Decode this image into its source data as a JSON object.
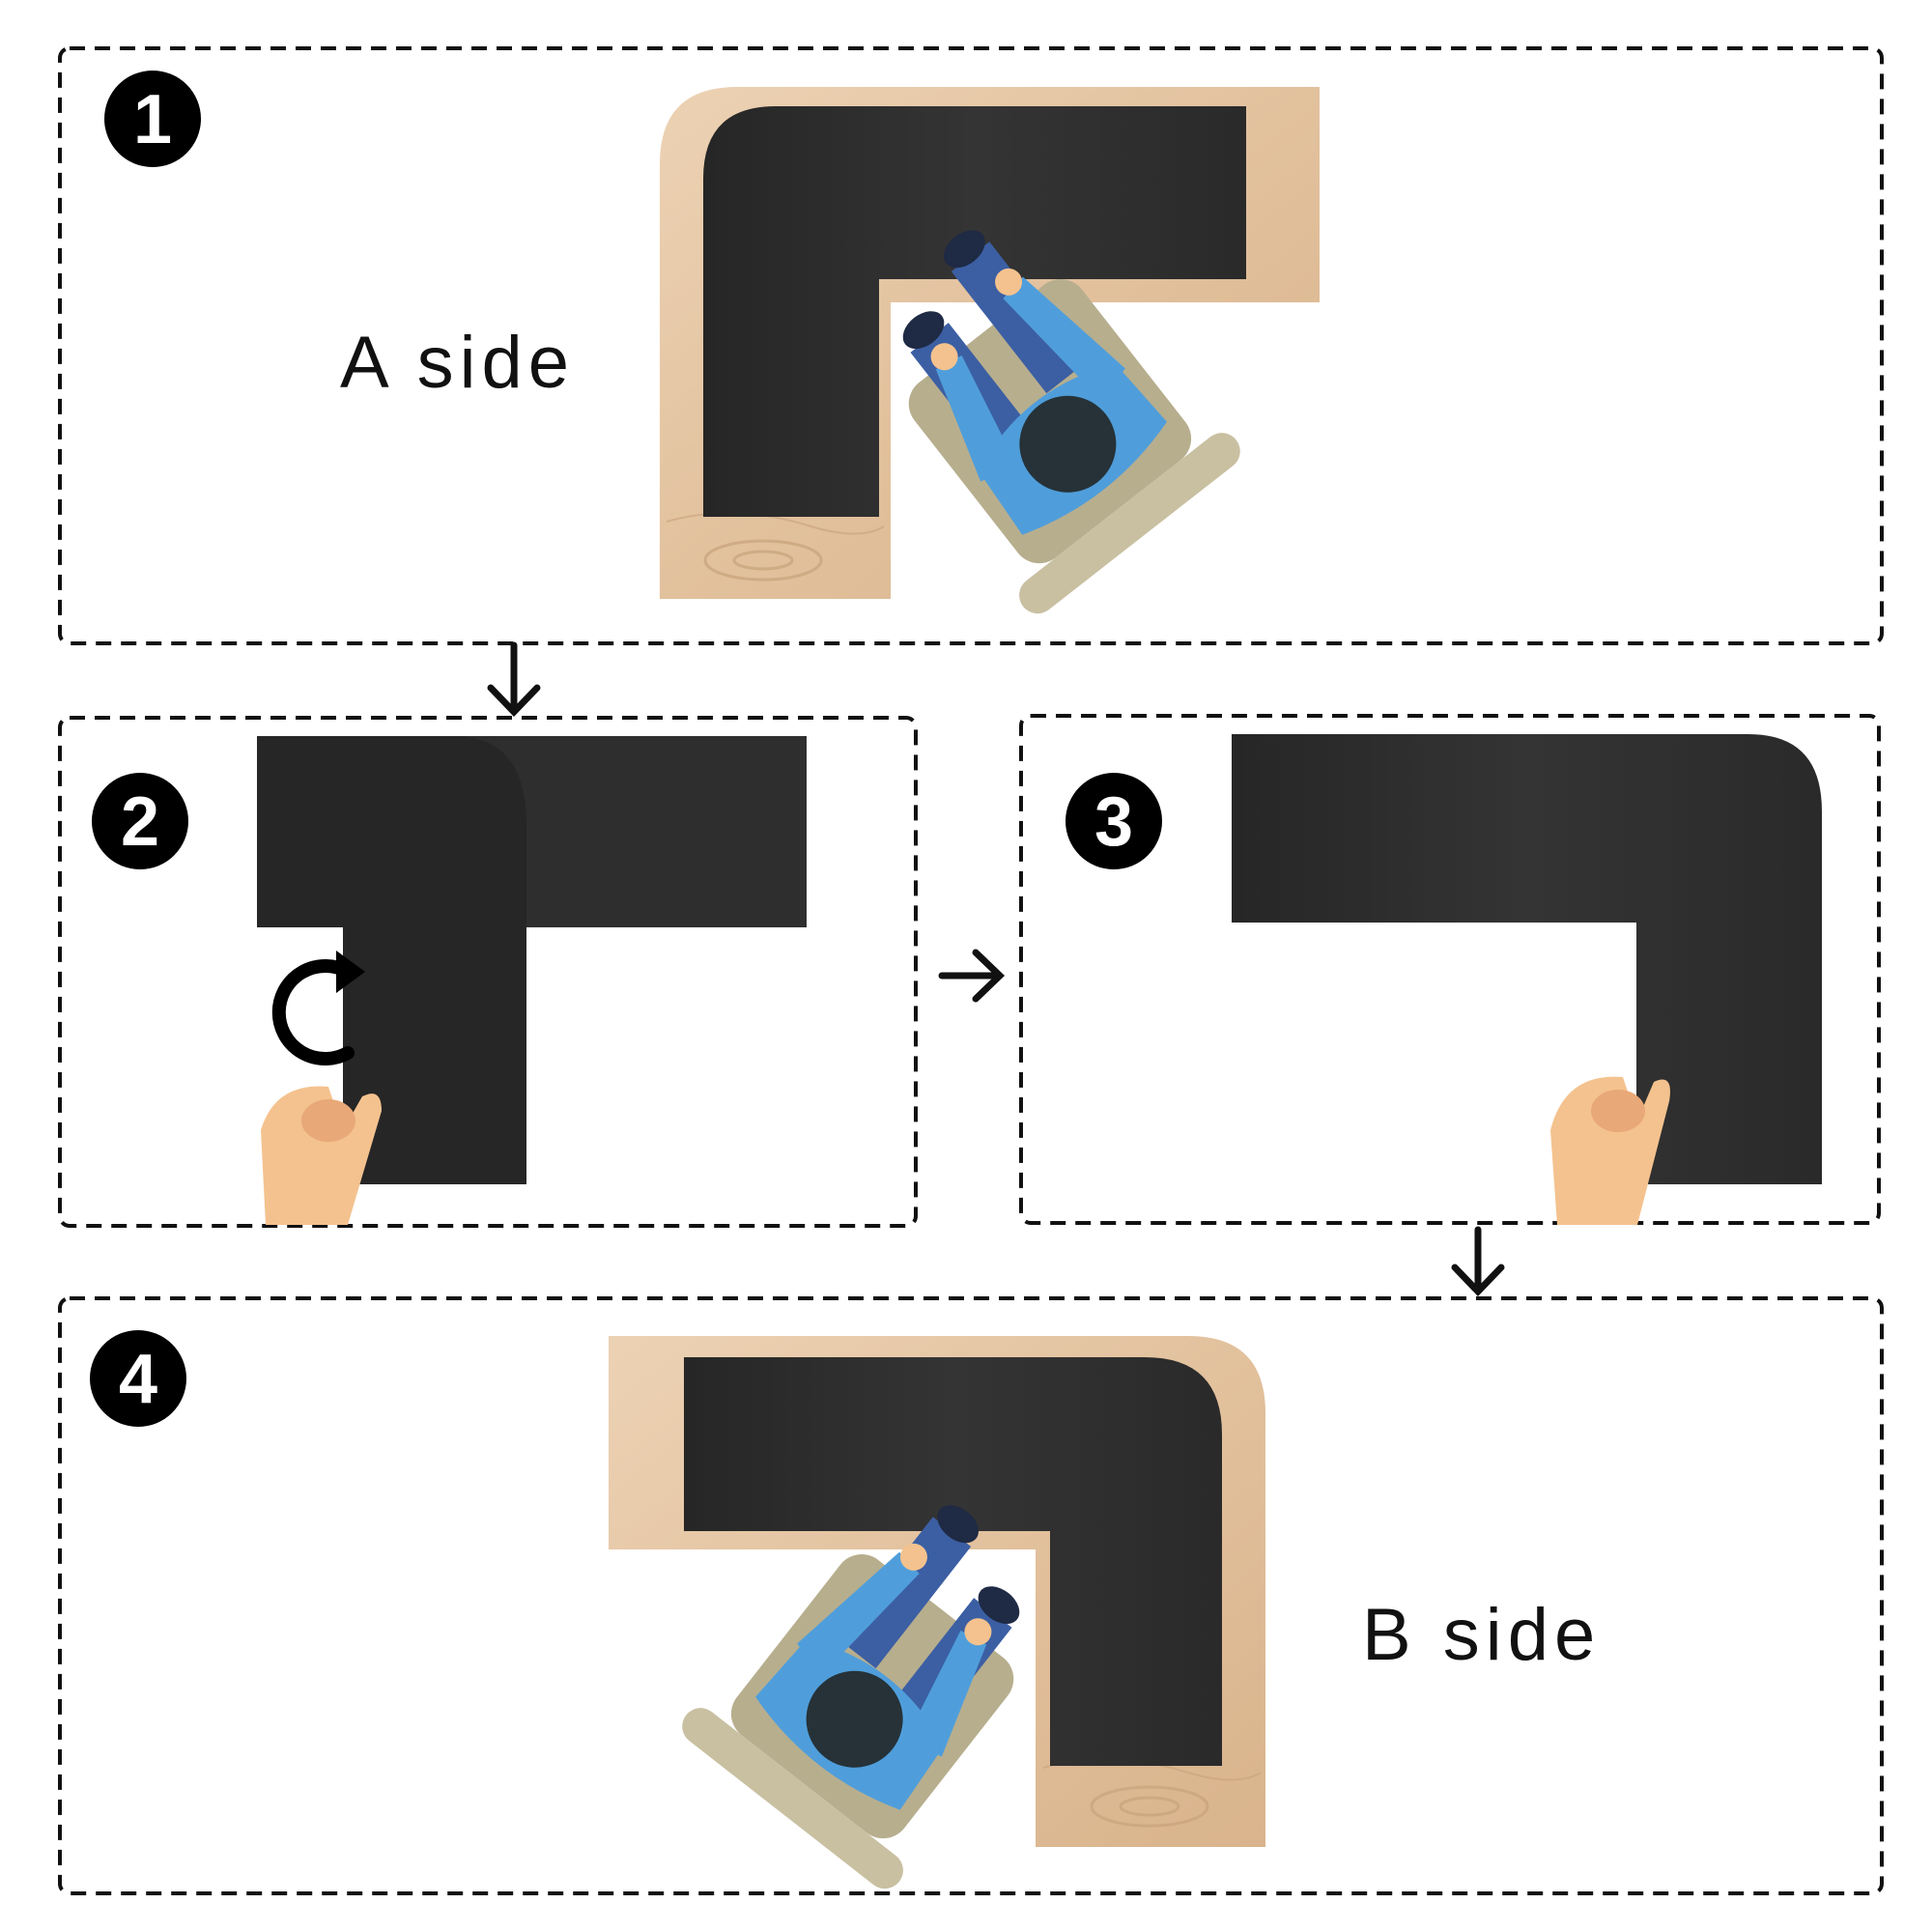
{
  "steps": [
    {
      "number": "1",
      "label": "A side"
    },
    {
      "number": "2",
      "label": ""
    },
    {
      "number": "3",
      "label": ""
    },
    {
      "number": "4",
      "label": "B side"
    }
  ],
  "colors": {
    "mat": "#2b2b2b",
    "wood": "#e4c4a2",
    "badge": "#000000",
    "shirt": "#4f9edb",
    "pants": "#3c5fa3",
    "chair": "#b7ae8e",
    "skin": "#f4c28e",
    "head": "#263238"
  },
  "icons": [
    "rotate-icon",
    "hand-icon",
    "arrow-down-icon",
    "arrow-right-icon",
    "person-at-desk-icon"
  ]
}
